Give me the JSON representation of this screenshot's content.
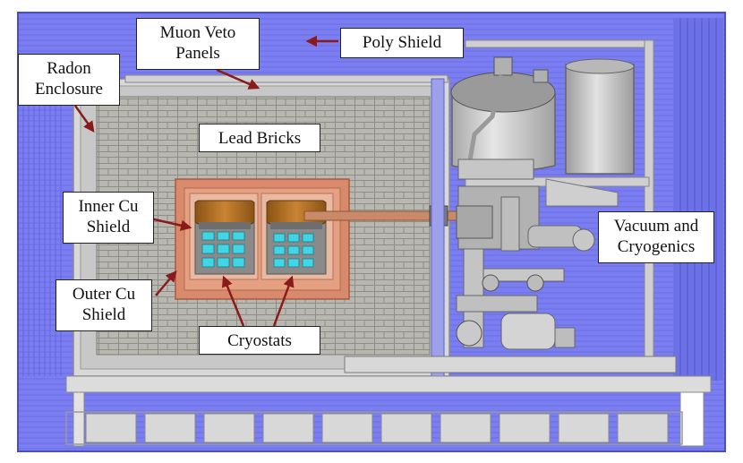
{
  "diagram": {
    "labels": {
      "poly_shield": "Poly Shield",
      "muon_veto_panels": "Muon Veto\nPanels",
      "radon_enclosure": "Radon\nEnclosure",
      "lead_bricks": "Lead Bricks",
      "inner_cu_shield": "Inner Cu\nShield",
      "outer_cu_shield": "Outer Cu\nShield",
      "cryostats": "Cryostats",
      "vacuum_and_cryogenics": "Vacuum and\nCryogenics"
    },
    "colors": {
      "poly": "#7a7ef0",
      "poly_dark": "#5c60d8",
      "lead": "#b8b8b0",
      "lead_line": "#8e8e88",
      "copper_outer": "#d98a6c",
      "copper_inner": "#e8b39c",
      "cryostat_lid": "#b5701f",
      "detector": "#3fd6e6",
      "steel": "#d4d4d4",
      "steel_dark": "#9a9a9a",
      "arrow": "#8b1a1a"
    }
  }
}
